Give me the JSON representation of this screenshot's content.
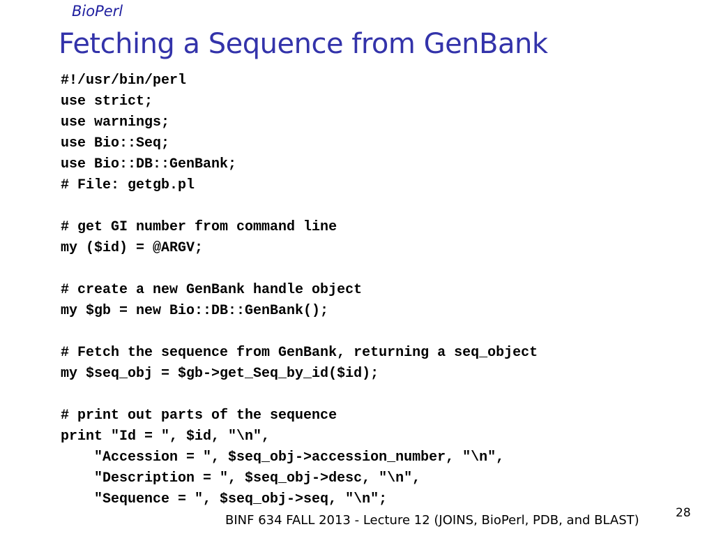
{
  "slide": {
    "header_tag": "BioPerl",
    "title": "Fetching a Sequence from GenBank",
    "code_lines": [
      "#!/usr/bin/perl",
      "use strict;",
      "use warnings;",
      "use Bio::Seq;",
      "use Bio::DB::GenBank;",
      "# File: getgb.pl",
      "",
      "# get GI number from command line",
      "my ($id) = @ARGV;",
      "",
      "# create a new GenBank handle object",
      "my $gb = new Bio::DB::GenBank();",
      "",
      "# Fetch the sequence from GenBank, returning a seq_object",
      "my $seq_obj = $gb->get_Seq_by_id($id);",
      "",
      "# print out parts of the sequence",
      "print \"Id = \", $id, \"\\n\",",
      "    \"Accession = \", $seq_obj->accession_number, \"\\n\",",
      "    \"Description = \", $seq_obj->desc, \"\\n\",",
      "    \"Sequence = \", $seq_obj->seq, \"\\n\";"
    ],
    "footer": "BINF 634 FALL 2013 - Lecture 12 (JOINS, BioPerl, PDB, and BLAST)",
    "page_number": "28"
  },
  "colors": {
    "title": "#3333aa",
    "header_tag": "#1f1f9f",
    "text": "#000000",
    "background": "#ffffff"
  }
}
